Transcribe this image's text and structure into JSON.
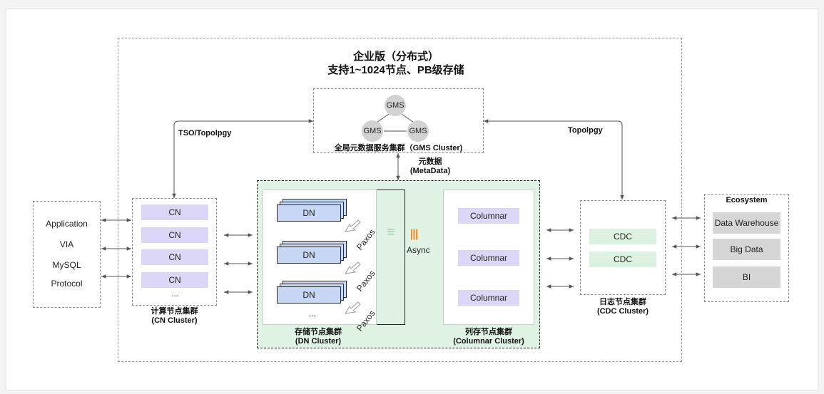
{
  "header": {
    "title_line1": "企业版（分布式）",
    "title_line2": "支持1~1024节点、PB级存储"
  },
  "gms": {
    "nodes": [
      "GMS",
      "GMS",
      "GMS"
    ],
    "label": "全局元数据服务集群（GMS Cluster)"
  },
  "links": {
    "tso": "TSO/Topolpgy",
    "topology": "Topolpgy",
    "metadata_line1": "元数据",
    "metadata_line2": "(MetaData)",
    "async": "Async",
    "paxos": "Paxos"
  },
  "clients": {
    "items": [
      "Application",
      "VIA",
      "MySQL",
      "Protocol"
    ]
  },
  "cn_cluster": {
    "nodes": [
      "CN",
      "CN",
      "CN",
      "CN"
    ],
    "more": "...",
    "label_line1": "计算节点集群",
    "label_line2": "(CN Cluster)"
  },
  "dn_cluster": {
    "nodes": [
      "DN",
      "DN",
      "DN"
    ],
    "more": "...",
    "label_line1": "存储节点集群",
    "label_line2": "(DN Cluster)"
  },
  "columnar_cluster": {
    "nodes": [
      "Columnar",
      "Columnar",
      "Columnar"
    ],
    "label_line1": "列存节点集群",
    "label_line2": "(Columnar Cluster)"
  },
  "cdc_cluster": {
    "nodes": [
      "CDC",
      "CDC"
    ],
    "label_line1": "日志节点集群",
    "label_line2": "(CDC Cluster)"
  },
  "ecosystem": {
    "title": "Ecosystem",
    "items": [
      "Data Warehouse",
      "Big Data",
      "BI"
    ]
  },
  "colors": {
    "cn_node": "#dcd7f7",
    "dn_node": "#c7d7f5",
    "storage_bg": "#e0f3e4",
    "cdc_node": "#ddf2e1",
    "eco_item": "#d6d6d6",
    "gms_node": "#d2d2d2",
    "async_marker": "#ff8a2a"
  },
  "icons": [
    "double-arrow-icon",
    "arrow-icon",
    "async-marker-icon",
    "equals-icon"
  ]
}
